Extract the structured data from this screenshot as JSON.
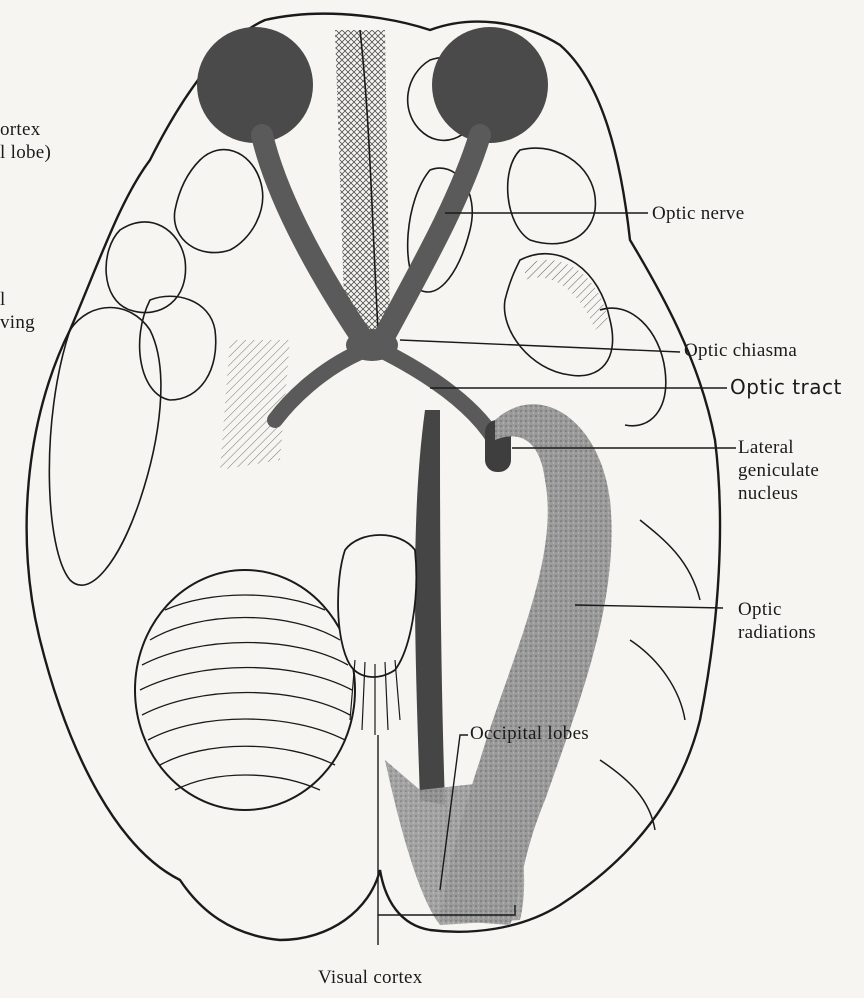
{
  "labels": {
    "left_cortex": [
      "ortex",
      "l lobe)"
    ],
    "left_other": [
      "l",
      "ving"
    ],
    "optic_nerve": "Optic nerve",
    "optic_chiasma": "Optic chiasma",
    "optic_tract": "Optic tract",
    "lateral_geniculate": [
      "Lateral",
      "geniculate",
      "nucleus"
    ],
    "optic_radiations": [
      "Optic",
      "radiations"
    ],
    "occipital_lobes": "Occipital lobes",
    "visual_cortex": "Visual cortex"
  },
  "colors": {
    "ink": "#1a1a1a",
    "paper": "#f6f5f1",
    "pathway": "#5a5a5a",
    "radiation": "#8c8c8c"
  }
}
